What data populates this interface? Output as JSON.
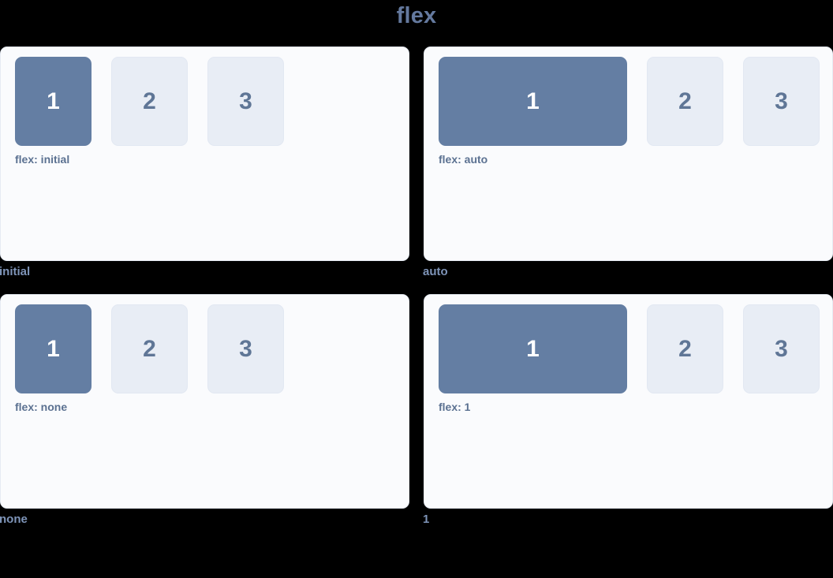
{
  "page": {
    "title": "flex",
    "background_color": "#000000",
    "title_color": "#64799e"
  },
  "theme": {
    "panel_bg": "#fafbfd",
    "panel_border": "#e6ebf3",
    "filled_box_bg": "#647ea3",
    "filled_box_text": "#ffffff",
    "plain_box_bg": "#e8edf5",
    "plain_box_text": "#5f7696",
    "note_color": "#5b7191",
    "caption_color": "#7e94b8"
  },
  "demos": [
    {
      "caption": "initial",
      "note": "flex: initial",
      "mode": "initial",
      "boxes": [
        {
          "label": "1",
          "style": "filled"
        },
        {
          "label": "2",
          "style": "plain"
        },
        {
          "label": "3",
          "style": "plain"
        }
      ]
    },
    {
      "caption": "auto",
      "note": "flex: auto",
      "mode": "auto",
      "boxes": [
        {
          "label": "1",
          "style": "filled"
        },
        {
          "label": "2",
          "style": "plain"
        },
        {
          "label": "3",
          "style": "plain"
        }
      ]
    },
    {
      "caption": "none",
      "note": "flex: none",
      "mode": "none",
      "boxes": [
        {
          "label": "1",
          "style": "filled"
        },
        {
          "label": "2",
          "style": "plain"
        },
        {
          "label": "3",
          "style": "plain"
        }
      ]
    },
    {
      "caption": "1",
      "note": "flex: 1",
      "mode": "one",
      "boxes": [
        {
          "label": "1",
          "style": "filled"
        },
        {
          "label": "2",
          "style": "plain"
        },
        {
          "label": "3",
          "style": "plain"
        }
      ]
    }
  ]
}
